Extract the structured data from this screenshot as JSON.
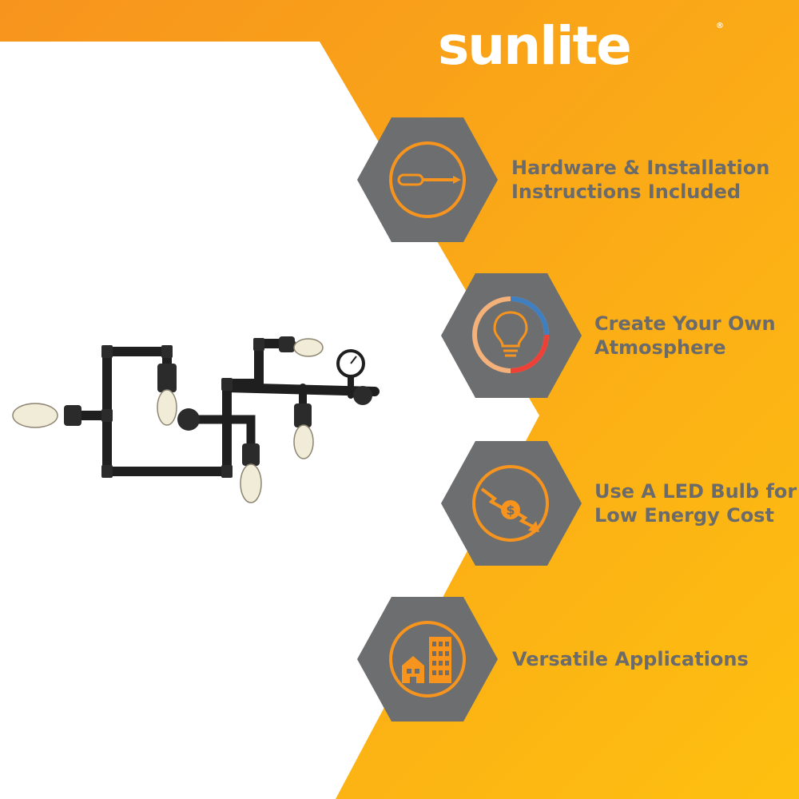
{
  "brand": {
    "name": "sunlite",
    "reg_mark": "®"
  },
  "colors": {
    "orange_top": "#f7941d",
    "yellow_bottom": "#fec010",
    "hex_gray": "#6d6e70",
    "icon_orange": "#f7941d",
    "text_gray": "#6b6b6b"
  },
  "product": {
    "icon": "pipe-wall-light-fixture"
  },
  "features": [
    {
      "icon": "screwdriver-icon",
      "lines": [
        "Hardware & Installation",
        "Instructions Included"
      ]
    },
    {
      "icon": "lightbulb-color-icon",
      "lines": [
        "Create Your Own",
        "Atmosphere"
      ]
    },
    {
      "icon": "dollar-down-icon",
      "lines": [
        "Use A LED Bulb for",
        "Low Energy Cost"
      ]
    },
    {
      "icon": "buildings-icon",
      "lines": [
        "Versatile Applications"
      ]
    }
  ]
}
